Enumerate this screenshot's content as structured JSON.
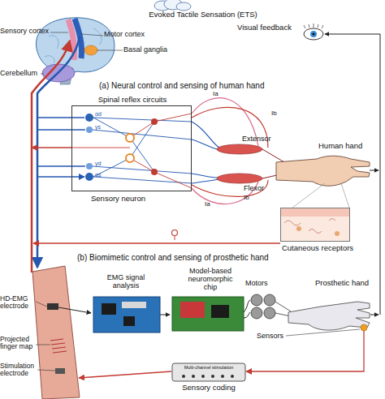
{
  "diagram": {
    "nodes": [
      {
        "text": [
          "Spinal reflex circuits"
        ]
      },
      {
        "text": [
          "Cutaneous receptors"
        ]
      },
      {
        "text": [
          "Multi-channel stimulation",
          "Sensory coding"
        ]
      }
    ],
    "labels": [
      "Evoked Tactile Sensation (ETS)",
      "Sensory cortex",
      "Motor cortex",
      "Basal ganglia",
      "Cerebellum",
      "Visual feedback",
      "(a) Neural control and sensing of human hand",
      "αd",
      "γs",
      "γd",
      "αs",
      "Ia",
      "Ib",
      "Ib",
      "Ia",
      "Extensor",
      "Flexor",
      "Human hand",
      "Sensory neuron",
      "(b) Biomimetic control and sensing of prosthetic hand",
      "EMG signal analysis",
      "Model-based neuromorphic chip",
      "Motors",
      "Prosthetic hand",
      "Sensors",
      "HD-EMG electrode",
      "Projected finger map",
      "Stimulation electrode"
    ]
  }
}
